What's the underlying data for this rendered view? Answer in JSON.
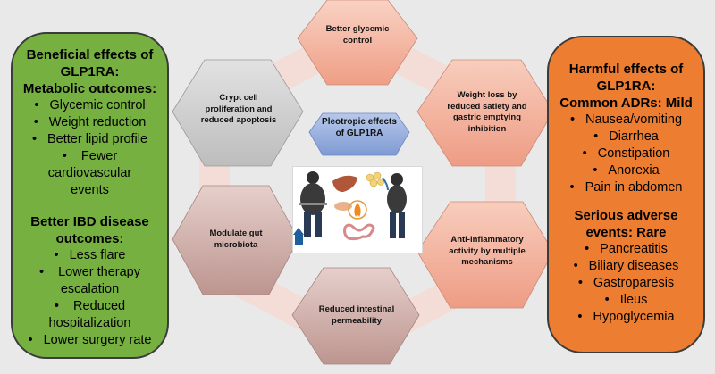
{
  "left_panel": {
    "title1": "Beneficial effects of GLP1RA:",
    "title2": "Metabolic outcomes:",
    "metabolic": [
      "Glycemic control",
      "Weight reduction",
      "Better lipid profile",
      "Fewer cardiovascular events"
    ],
    "ibd_title": "Better IBD disease outcomes:",
    "ibd": [
      "Less flare",
      "Lower therapy escalation",
      "Reduced hospitalization",
      "Lower surgery rate"
    ]
  },
  "right_panel": {
    "title1": "Harmful effects of GLP1RA:",
    "title2": "Common ADRs: Mild",
    "common": [
      "Nausea/vomiting",
      "Diarrhea",
      "Constipation",
      "Anorexia",
      "Pain in abdomen"
    ],
    "serious_title": "Serious adverse events: Rare",
    "serious": [
      "Pancreatitis",
      "Biliary diseases",
      "Gastroparesis",
      "Ileus",
      "Hypoglycemia"
    ]
  },
  "hexagons": {
    "top": "Better glycemic control",
    "upper_right": "Weight loss by reduced satiety and gastric emptying inhibition",
    "lower_right": "Anti-inflammatory activity by multiple mechanisms",
    "bottom": "Reduced intestinal permeability",
    "lower_left": "Modulate gut microbiota",
    "upper_left": "Crypt cell proliferation and reduced apoptosis",
    "center": "Pleotropic effects of GLP1RA"
  },
  "colors": {
    "left_panel": "#76b041",
    "right_panel": "#ed7d31",
    "hex_salmon": "#f0a892",
    "hex_grey": "#c7c7c7",
    "hex_mauve": "#c8a49f",
    "hex_center": "#8eaadb"
  }
}
